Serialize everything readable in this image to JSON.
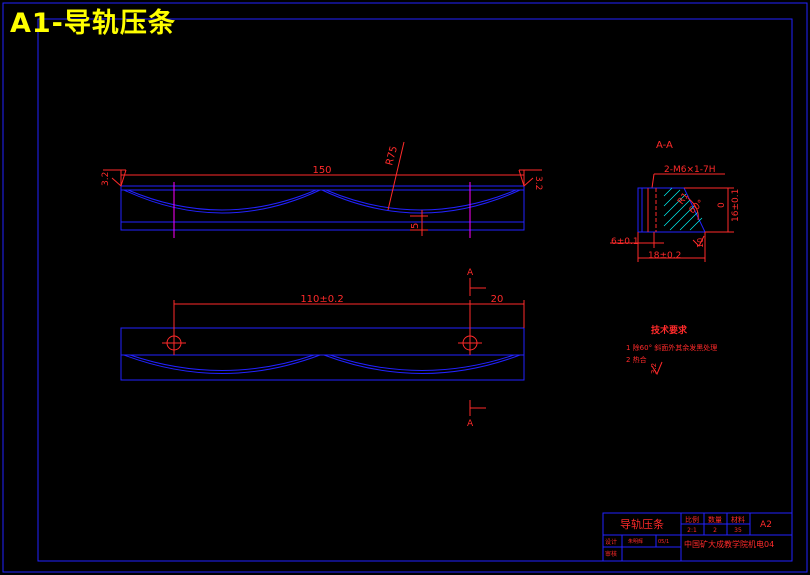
{
  "banner": {
    "title": "A1-导轨压条"
  },
  "colors": {
    "background": "#000000",
    "outline": "#2222ff",
    "dimension": "#ff2a2a",
    "centerline": "#ff00ff",
    "title_text": "#ffff00",
    "hatch": "#00ffff"
  },
  "top_view": {
    "length_dim": "150",
    "radius_dim": "R75",
    "depth_dim": "5",
    "roughness_left": "3.2",
    "roughness_right": "3.2"
  },
  "front_view": {
    "hole_spacing": "110±0.2",
    "edge_offset": "20",
    "section_mark": "A"
  },
  "section_view": {
    "label": "A-A",
    "thread_note": "2-M6×1-7H",
    "fillet": "R1",
    "angle": "60°",
    "zero": "0",
    "height_dim": "16±0.1",
    "thickness_dim": "6±0.1",
    "width_dim": "18±0.2",
    "roughness": "10"
  },
  "tech_req": {
    "title": "技术要求",
    "items": [
      "1  除60° 斜面外其余发黑处理",
      "2  热合"
    ],
    "roughness": "3.2"
  },
  "title_block": {
    "part_name": "导轨压条",
    "col_scale": "比例",
    "col_qty": "数量",
    "col_material": "材料",
    "scale": "2:1",
    "qty": "2",
    "material": "35",
    "sheet": "A2",
    "designer_label": "设计",
    "designer_name": "朱明辉",
    "date": "05/1",
    "reviewer_label": "审核",
    "school": "中国矿大成教学院机电04"
  }
}
